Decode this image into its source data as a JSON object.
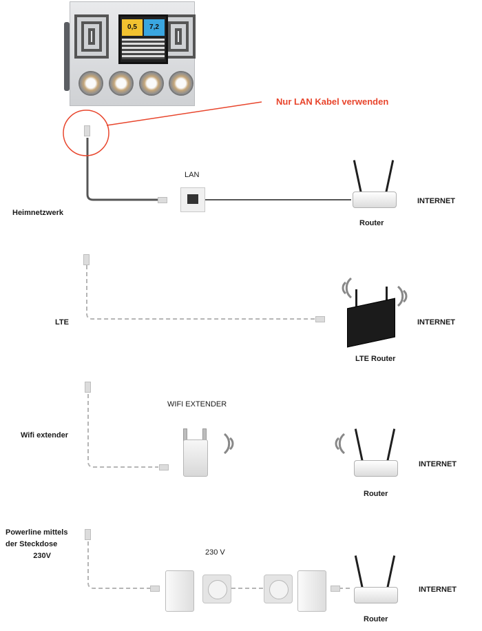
{
  "callout": {
    "text": "Nur LAN Kabel verwenden",
    "color": "#e8452c"
  },
  "controller": {
    "screen_left": "0,5",
    "screen_right": "7,2",
    "left_color": "#f2c230",
    "right_color": "#3aa6e0"
  },
  "rows": [
    {
      "label": "Heimnetzwerk",
      "device_caption": "LAN",
      "router_caption": "Router",
      "internet": "INTERNET"
    },
    {
      "label": "LTE",
      "router_caption": "LTE Router",
      "internet": "INTERNET"
    },
    {
      "label": "Wifi extender",
      "device_caption": "WIFI EXTENDER",
      "router_caption": "Router",
      "internet": "INTERNET"
    },
    {
      "label_lines": [
        "Powerline mittels",
        "der Steckdose",
        "230V"
      ],
      "device_caption": "230 V",
      "router_caption": "Router",
      "internet": "INTERNET"
    }
  ],
  "icons": [
    "controller-device",
    "ethernet-plug-icon",
    "lan-socket-icon",
    "router-icon",
    "lte-router-icon",
    "wifi-waves-icon",
    "wifi-extender-icon",
    "power-socket-icon",
    "powerline-adapter-icon"
  ],
  "colors": {
    "solid_cable": "#555555",
    "dashed_cable": "#b5b5b5",
    "highlight": "#e8452c"
  }
}
